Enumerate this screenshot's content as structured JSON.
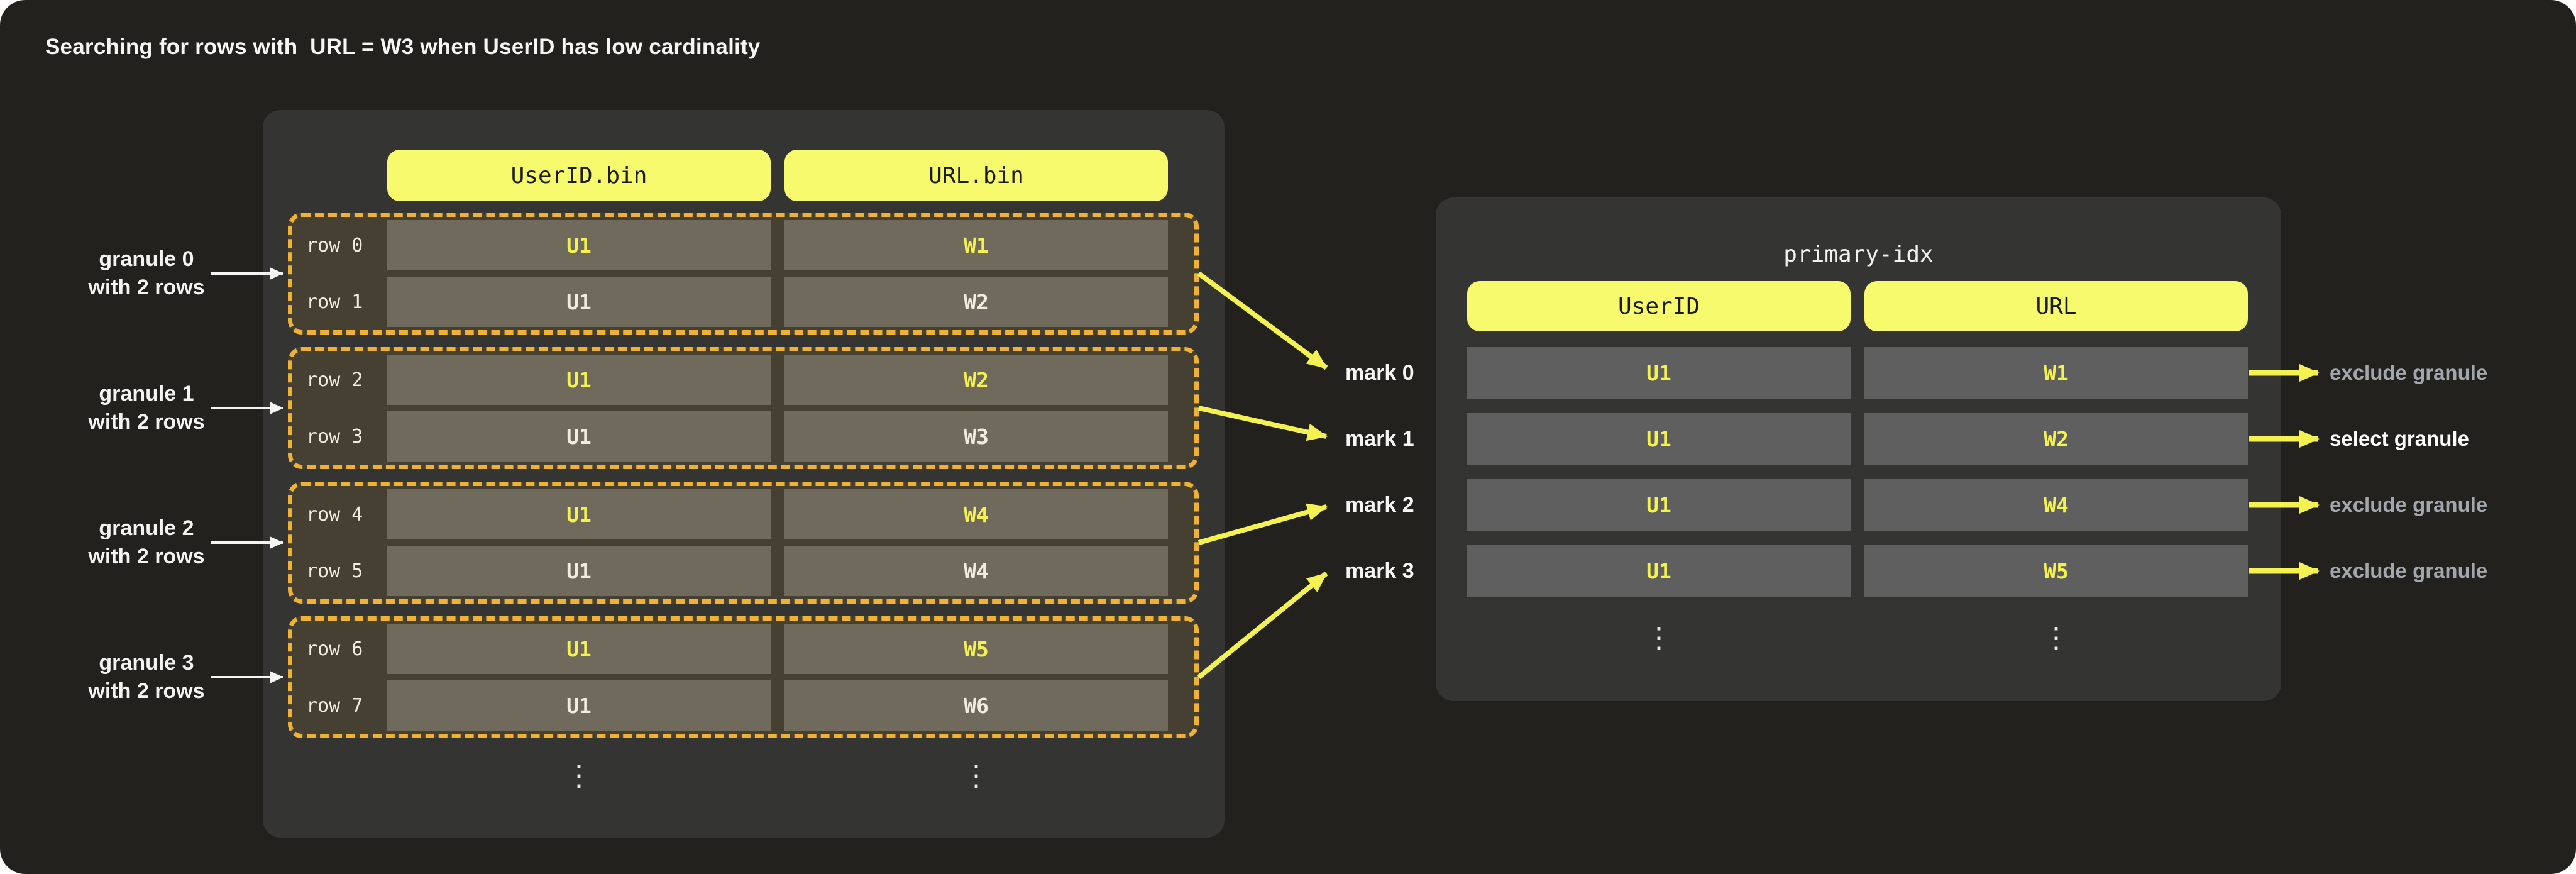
{
  "title": "Searching for rows with  URL = W3 when UserID has low cardinality",
  "colors": {
    "canvas_bg": "#22211e",
    "panel_bg": "#343433",
    "header_yellow": "#f8fa6e",
    "granule_dash_amber": "#f0b232",
    "granule_fill": "#454031",
    "left_cell_bg": "#6f6a5b",
    "right_cell_bg": "#5f5f5f",
    "accent_yellow": "#f4f251",
    "cream_text": "#f1ecdf",
    "muted_gray_text": "#a2a7ad"
  },
  "left_panel": {
    "columns": [
      "UserID.bin",
      "URL.bin"
    ],
    "ellipsis": "⋮",
    "granules": [
      {
        "label_line1": "granule 0",
        "label_line2": "with 2 rows",
        "rows": [
          {
            "name": "row 0",
            "user_id": "U1",
            "url": "W1"
          },
          {
            "name": "row 1",
            "user_id": "U1",
            "url": "W2"
          }
        ]
      },
      {
        "label_line1": "granule 1",
        "label_line2": "with 2 rows",
        "rows": [
          {
            "name": "row 2",
            "user_id": "U1",
            "url": "W2"
          },
          {
            "name": "row 3",
            "user_id": "U1",
            "url": "W3"
          }
        ]
      },
      {
        "label_line1": "granule 2",
        "label_line2": "with 2 rows",
        "rows": [
          {
            "name": "row 4",
            "user_id": "U1",
            "url": "W4"
          },
          {
            "name": "row 5",
            "user_id": "U1",
            "url": "W4"
          }
        ]
      },
      {
        "label_line1": "granule 3",
        "label_line2": "with 2 rows",
        "rows": [
          {
            "name": "row 6",
            "user_id": "U1",
            "url": "W5"
          },
          {
            "name": "row 7",
            "user_id": "U1",
            "url": "W6"
          }
        ]
      }
    ]
  },
  "marks": [
    "mark 0",
    "mark 1",
    "mark 2",
    "mark 3"
  ],
  "right_panel": {
    "title": "primary-idx",
    "columns": [
      "UserID",
      "URL"
    ],
    "ellipsis": "⋮",
    "rows": [
      {
        "user_id": "U1",
        "url": "W1"
      },
      {
        "user_id": "U1",
        "url": "W2"
      },
      {
        "user_id": "U1",
        "url": "W4"
      },
      {
        "user_id": "U1",
        "url": "W5"
      }
    ]
  },
  "decisions": [
    {
      "label": "exclude granule",
      "selected": false
    },
    {
      "label": "select granule",
      "selected": true
    },
    {
      "label": "exclude granule",
      "selected": false
    },
    {
      "label": "exclude granule",
      "selected": false
    }
  ]
}
